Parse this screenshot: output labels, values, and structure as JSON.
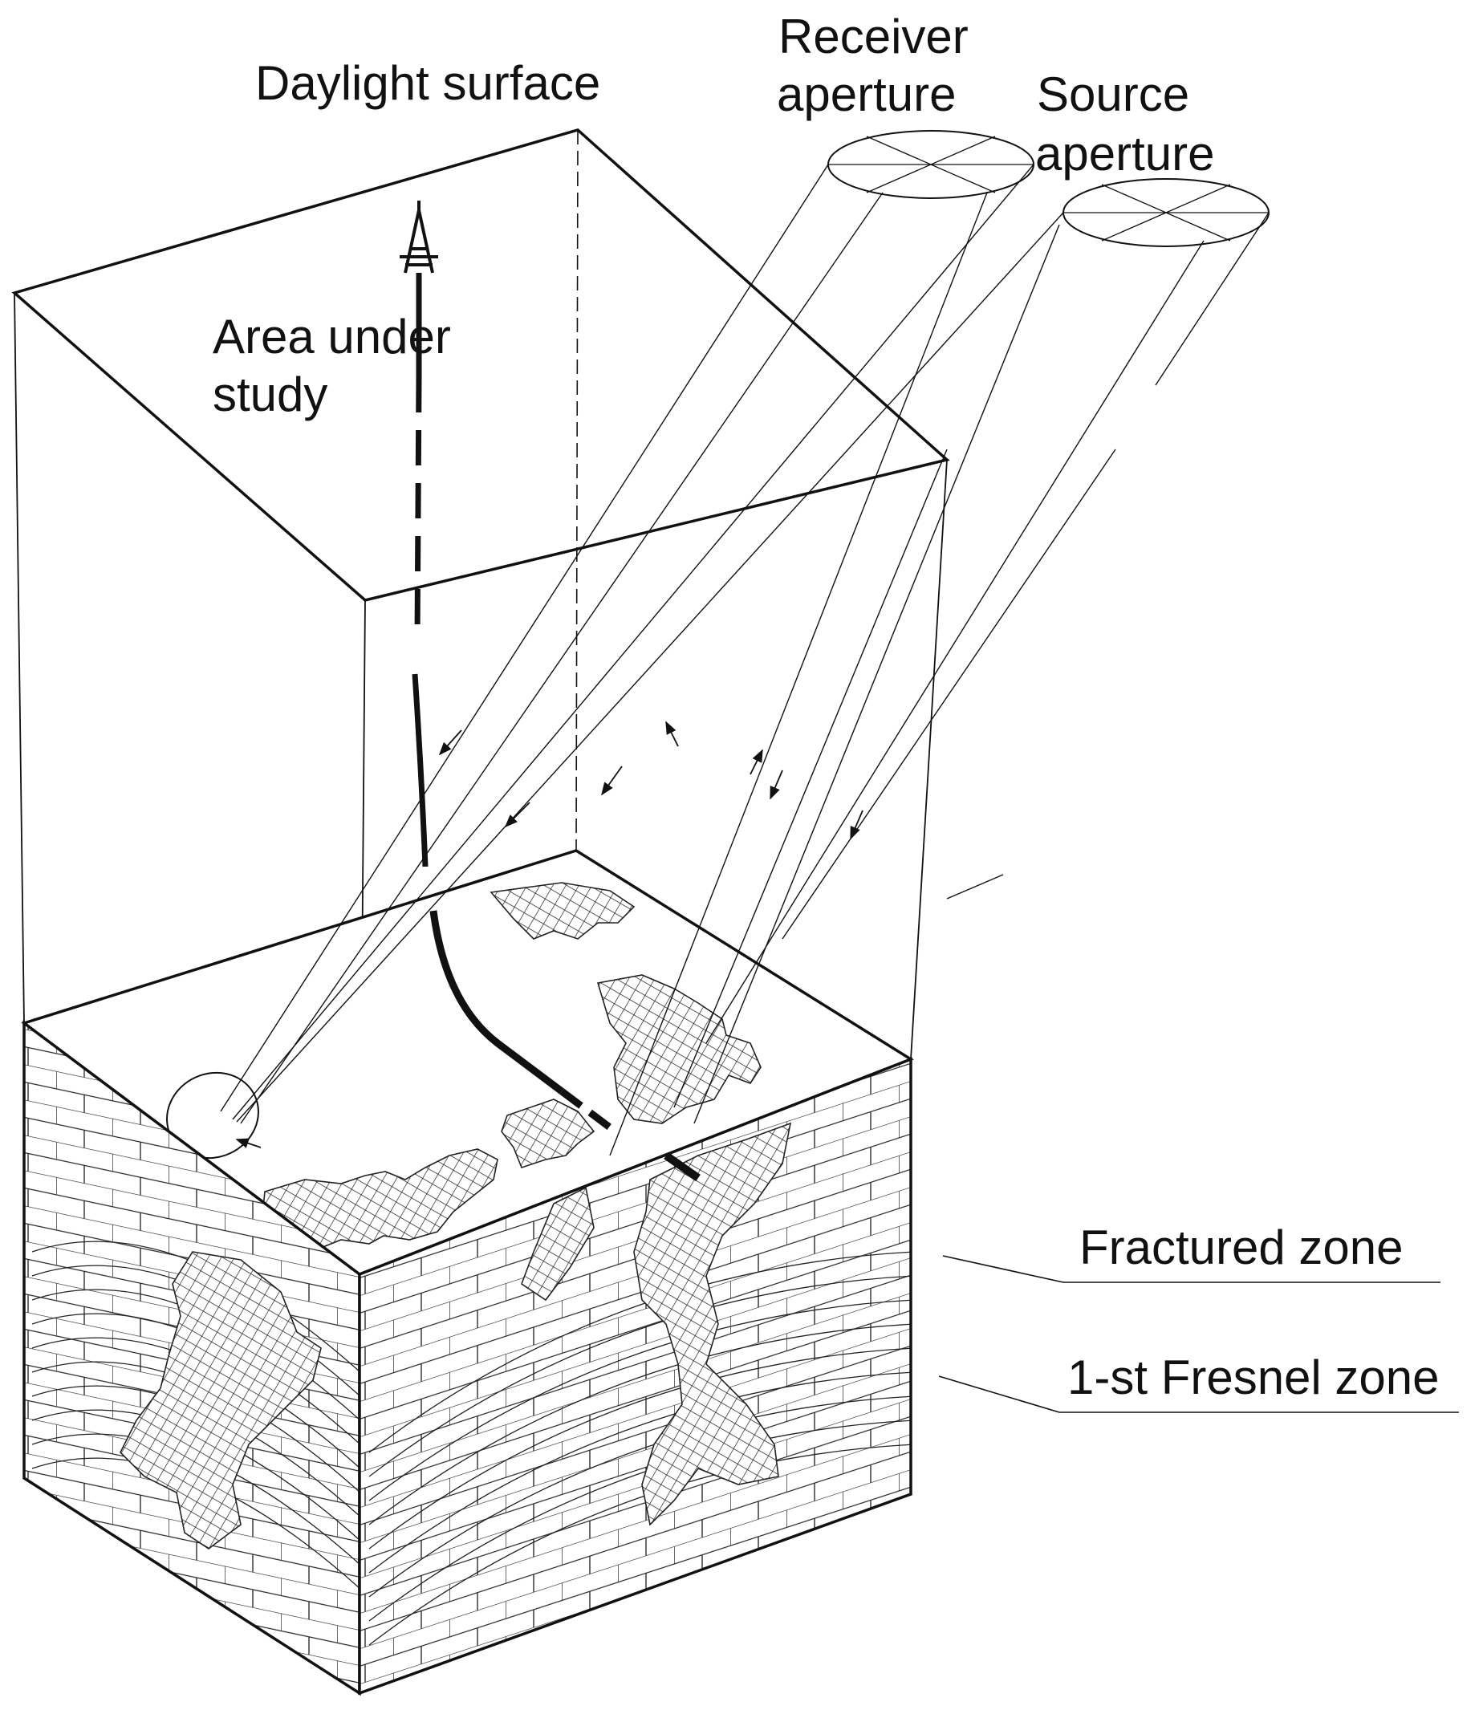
{
  "labels": {
    "daylight_surface": "Daylight surface",
    "receiver_aperture_line1": "Receiver",
    "receiver_aperture_line2": "aperture",
    "source_aperture_line1": "Source",
    "source_aperture_line2": "aperture",
    "area_under_study_line1": "Area under",
    "area_under_study_line2": "study",
    "fractured_zone": "Fractured zone",
    "fresnel_zone": "1-st Fresnel zone"
  },
  "colors": {
    "line": "#111111",
    "background": "#ffffff"
  }
}
